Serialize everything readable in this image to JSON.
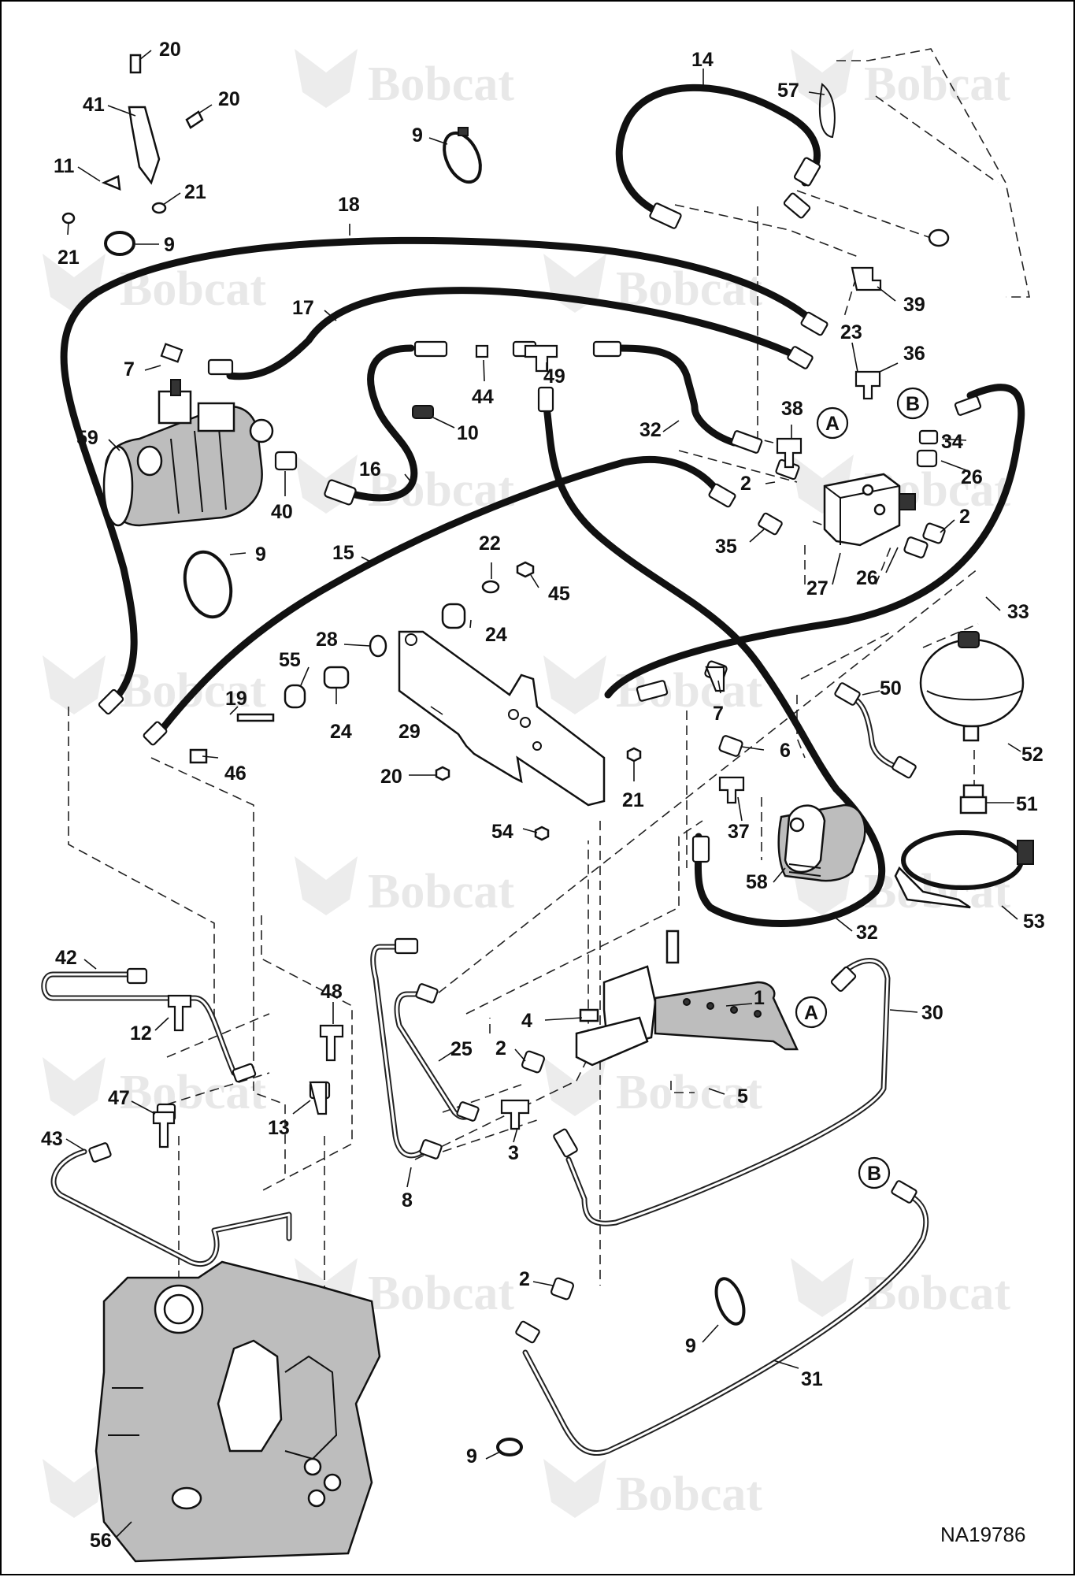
{
  "watermark": {
    "text": "Bobcat"
  },
  "drawing_number": "NA19786",
  "ref_labels": {
    "a": "A",
    "b": "B"
  },
  "callouts": [
    "20",
    "20",
    "41",
    "11",
    "21",
    "21",
    "9",
    "9",
    "14",
    "57",
    "18",
    "17",
    "7",
    "23",
    "36",
    "39",
    "44",
    "49",
    "10",
    "38",
    "34",
    "26",
    "59",
    "16",
    "40",
    "32",
    "2",
    "2",
    "35",
    "26",
    "27",
    "33",
    "9",
    "15",
    "22",
    "45",
    "24",
    "28",
    "55",
    "19",
    "24",
    "29",
    "46",
    "20",
    "21",
    "54",
    "7",
    "6",
    "37",
    "50",
    "52",
    "51",
    "58",
    "32",
    "53",
    "42",
    "12",
    "48",
    "1",
    "4",
    "30",
    "25",
    "2",
    "47",
    "13",
    "43",
    "3",
    "5",
    "8",
    "2",
    "9",
    "31",
    "9",
    "56"
  ]
}
